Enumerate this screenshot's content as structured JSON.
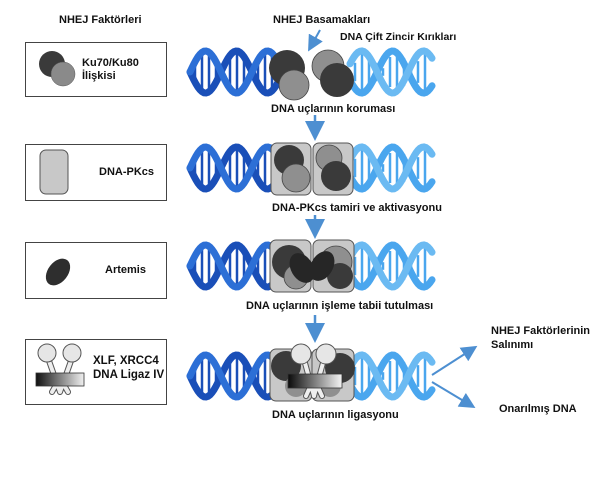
{
  "headers": {
    "factors_title": "NHEJ Faktörleri",
    "steps_title": "NHEJ Basamakları",
    "dsb_label": "DNA Çift Zincir Kırıkları"
  },
  "factors": [
    {
      "label_lines": [
        "Ku70/Ku80",
        "İlişkisi"
      ],
      "icon": "ku70-ku80-heterodimer-icon"
    },
    {
      "label_lines": [
        "DNA-PKcs"
      ],
      "icon": "dna-pkcs-icon"
    },
    {
      "label_lines": [
        "Artemis"
      ],
      "icon": "artemis-icon"
    },
    {
      "label_lines": [
        "XLF, XRCC4",
        "DNA Ligaz IV"
      ],
      "icon": "xlf-xrcc4-ligase-icon"
    }
  ],
  "steps": [
    {
      "caption": "DNA uçlarının koruması"
    },
    {
      "caption": "DNA-PKcs tamiri ve aktivasyonu"
    },
    {
      "caption": "DNA uçlarının işleme tabii tutulması"
    },
    {
      "caption": "DNA uçlarının ligasyonu"
    }
  ],
  "outcomes": {
    "release_lines": [
      "NHEJ Faktörlerinin",
      "Salınımı"
    ],
    "repaired": "Onarılmış DNA"
  },
  "colors": {
    "dna_dark": "#1a4fb8",
    "dna_light": "#4aa6ee",
    "arrow": "#4d8fd1",
    "protein_dark": "#3a3a3a",
    "protein_mid": "#808080",
    "protein_light": "#b5b5b5",
    "box_fill": "#c8c8c8"
  }
}
